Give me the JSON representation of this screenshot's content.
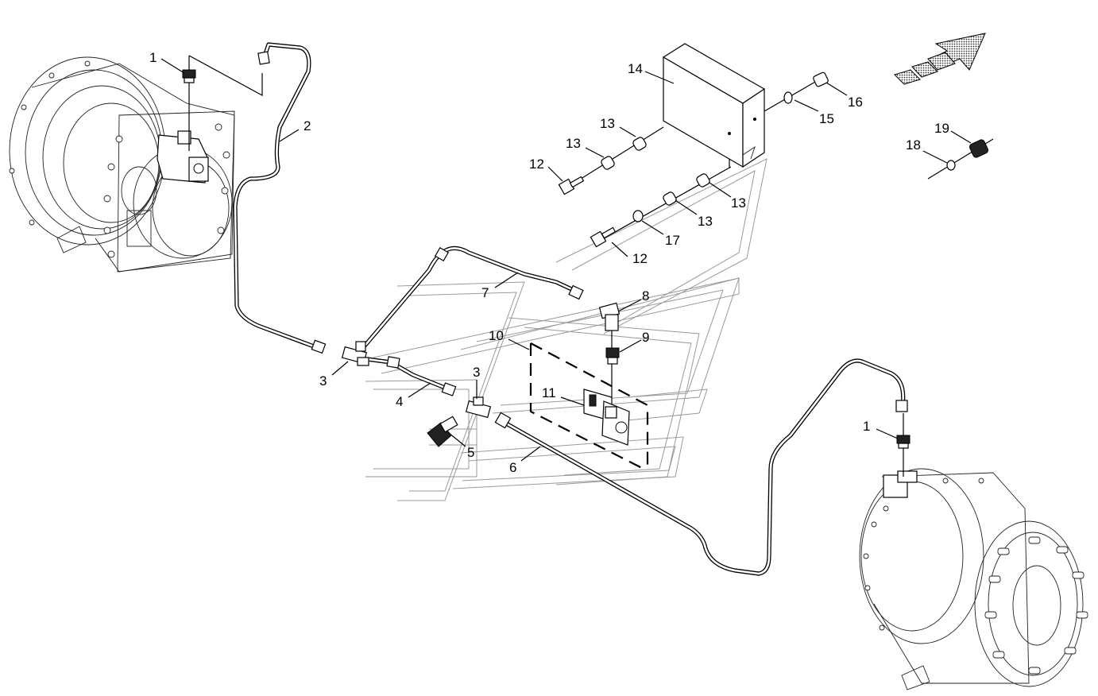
{
  "labels": [
    {
      "id": "1a",
      "text": "1"
    },
    {
      "id": "2",
      "text": "2"
    },
    {
      "id": "3a",
      "text": "3"
    },
    {
      "id": "3b",
      "text": "3"
    },
    {
      "id": "4",
      "text": "4"
    },
    {
      "id": "5",
      "text": "5"
    },
    {
      "id": "6",
      "text": "6"
    },
    {
      "id": "7",
      "text": "7"
    },
    {
      "id": "8",
      "text": "8"
    },
    {
      "id": "9",
      "text": "9"
    },
    {
      "id": "10",
      "text": "10"
    },
    {
      "id": "11",
      "text": "11"
    },
    {
      "id": "12a",
      "text": "12"
    },
    {
      "id": "12b",
      "text": "12"
    },
    {
      "id": "13a",
      "text": "13"
    },
    {
      "id": "13b",
      "text": "13"
    },
    {
      "id": "13c",
      "text": "13"
    },
    {
      "id": "13d",
      "text": "13"
    },
    {
      "id": "14",
      "text": "14"
    },
    {
      "id": "15",
      "text": "15"
    },
    {
      "id": "16",
      "text": "16"
    },
    {
      "id": "17",
      "text": "17"
    },
    {
      "id": "18",
      "text": "18"
    },
    {
      "id": "19",
      "text": "19"
    },
    {
      "id": "1b",
      "text": "1"
    }
  ]
}
